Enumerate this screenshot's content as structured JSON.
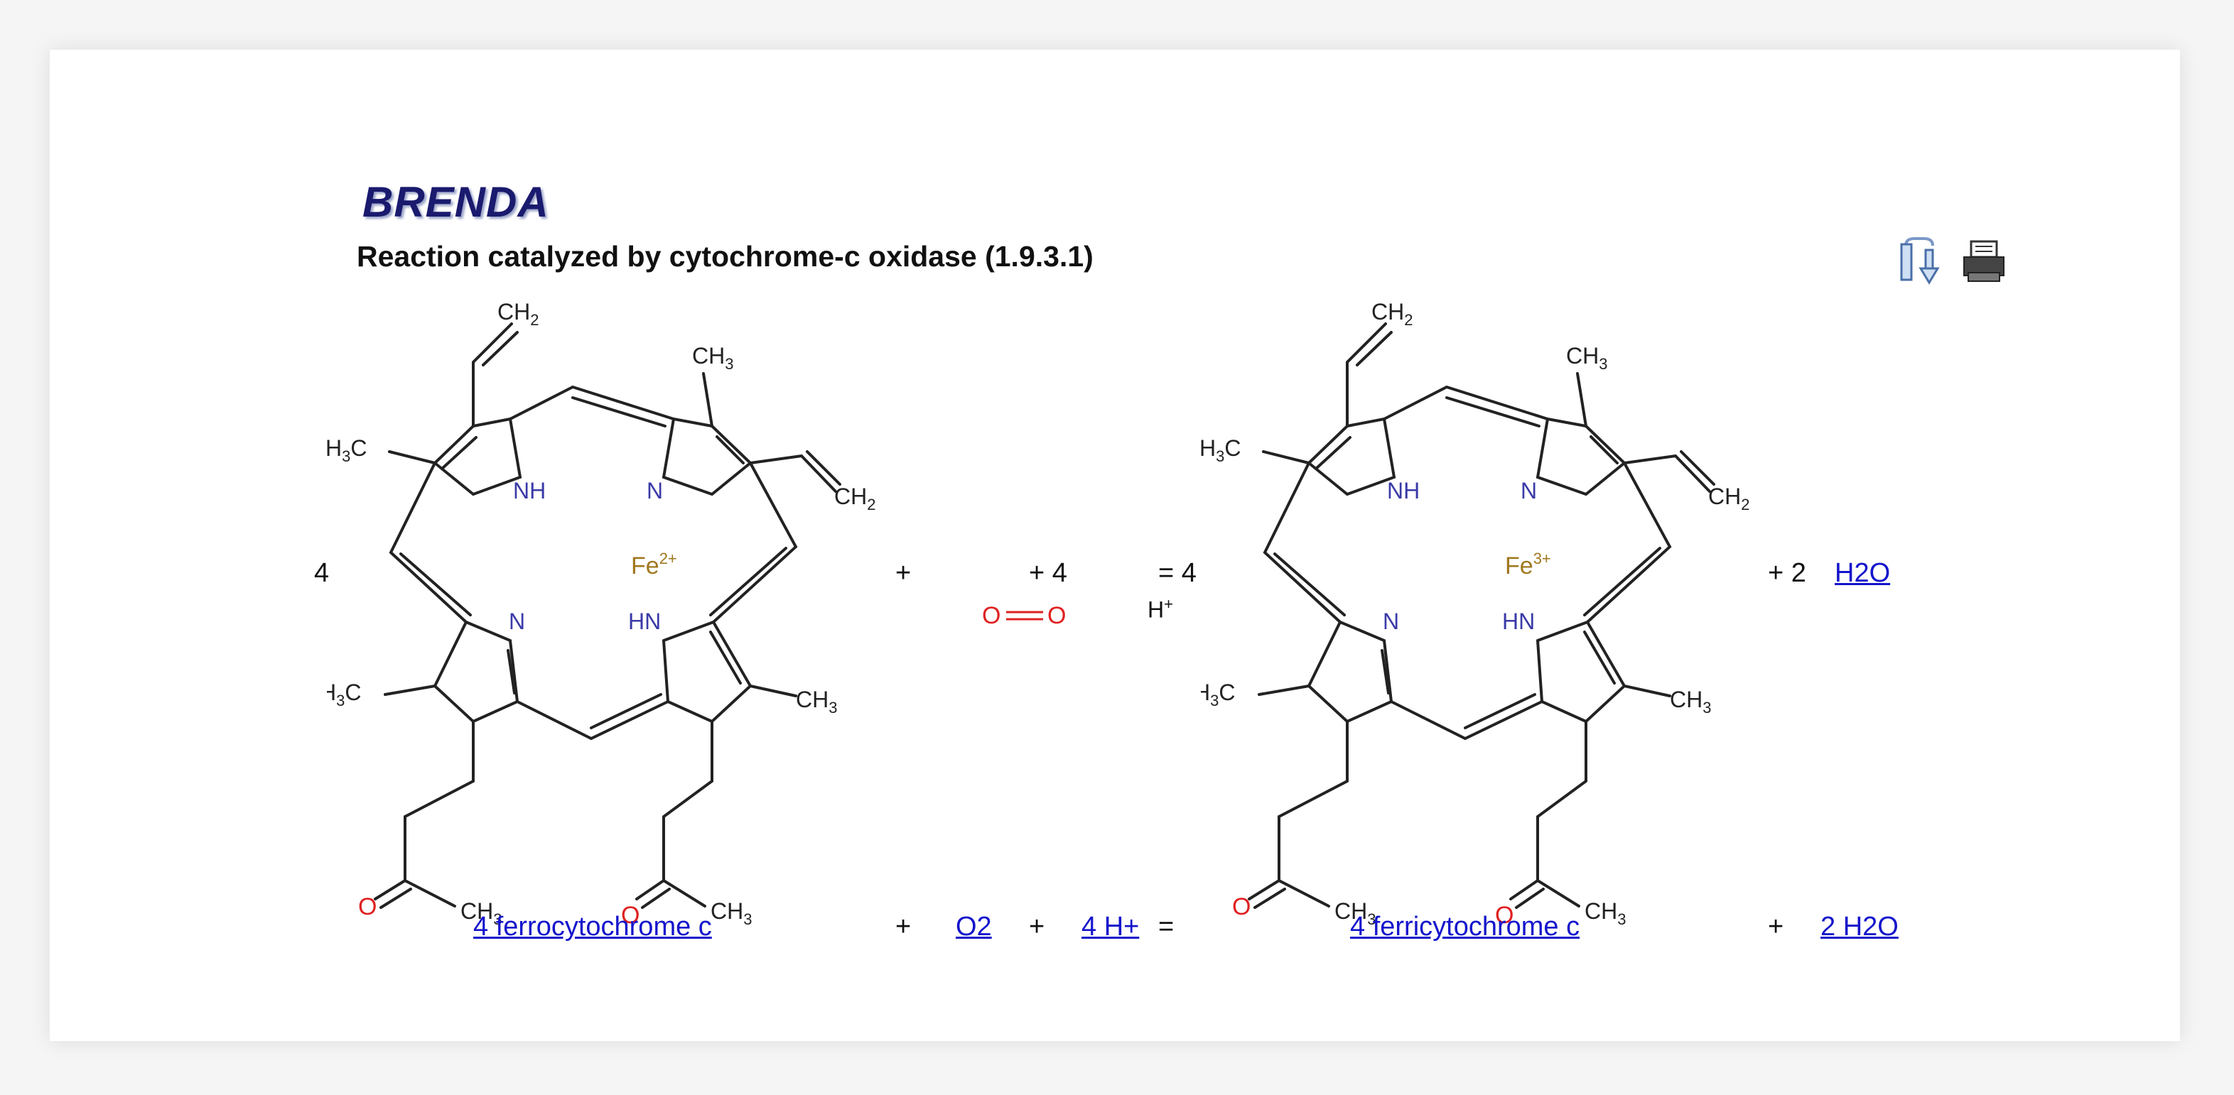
{
  "app": {
    "logo": "BRENDA",
    "title": "Reaction catalyzed by cytochrome-c oxidase (1.9.3.1)",
    "toolbar": {
      "icons": [
        "download-icon",
        "printer-icon"
      ]
    }
  },
  "reaction_structures": {
    "coef1": "4",
    "plus1": "+",
    "coef2": "+ 4",
    "hplus": "H",
    "hplus_charge": "+",
    "eq": "= 4",
    "plus_h2o": "+ 2",
    "h2o_link": "H2O"
  },
  "molecules": {
    "left": {
      "metal": "Fe",
      "charge": "2+"
    },
    "right": {
      "metal": "Fe",
      "charge": "3+"
    },
    "labels": {
      "ch2": "CH",
      "ch3": "CH",
      "h3c": "H",
      "c": "C",
      "sub2": "2",
      "sub3": "3",
      "nh": "NH",
      "hn": "HN",
      "n": "N",
      "o": "O"
    },
    "o2": {
      "o": "O"
    }
  },
  "reaction_names": {
    "substrate1": "4 ferrocytochrome c",
    "plus1": "+",
    "substrate2": "O2",
    "plus2": "+",
    "substrate3": "4 H+",
    "eq": "=",
    "product1": "4 ferricytochrome c",
    "plus3": "+",
    "product2": "2 H2O"
  },
  "colors": {
    "link": "#1414cc",
    "oxygen": "#e02020",
    "nitrogen": "#3a3aa8",
    "iron": "#a0781e",
    "bond": "#222222"
  }
}
